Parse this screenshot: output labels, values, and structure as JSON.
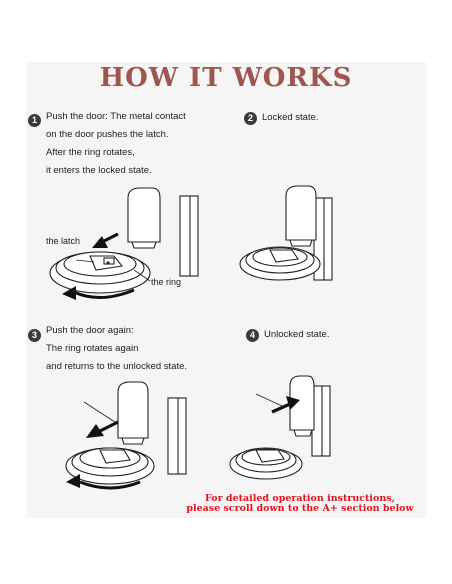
{
  "title": "HOW IT WORKS",
  "steps": [
    {
      "number": "1",
      "lines": [
        "Push the door: The metal contact",
        "on the door pushes the latch.",
        "After the ring rotates,",
        "it enters the locked state."
      ]
    },
    {
      "number": "2",
      "lines": [
        "Locked state."
      ]
    },
    {
      "number": "3",
      "lines": [
        "Push the door again:",
        "The ring rotates again",
        "and returns to the unlocked state."
      ]
    },
    {
      "number": "4",
      "lines": [
        "Unlocked state."
      ]
    }
  ],
  "labels": {
    "latch": "the latch",
    "ring": "the ring"
  },
  "note": {
    "line1": "For detailed operation instructions,",
    "line2": "please scroll down to the A+ section below"
  },
  "colors": {
    "title": "#a0564e",
    "note": "#e0141e",
    "panel": "#f5f5f5",
    "badge": "#3b3b3b"
  }
}
